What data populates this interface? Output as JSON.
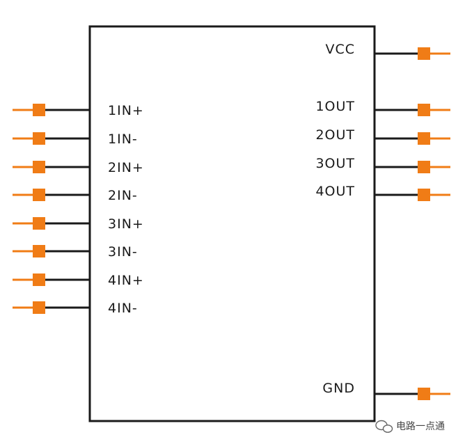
{
  "diagram": {
    "left_pins": [
      "1IN+",
      "1IN-",
      "2IN+",
      "2IN-",
      "3IN+",
      "3IN-",
      "4IN+",
      "4IN-"
    ],
    "right_pins": [
      "VCC",
      "1OUT",
      "2OUT",
      "3OUT",
      "4OUT",
      "GND"
    ],
    "pin_color": "#f07c16",
    "body_color": "#1a1a1a"
  },
  "watermark": {
    "text": "电路一点通",
    "icon": "wechat-icon"
  }
}
